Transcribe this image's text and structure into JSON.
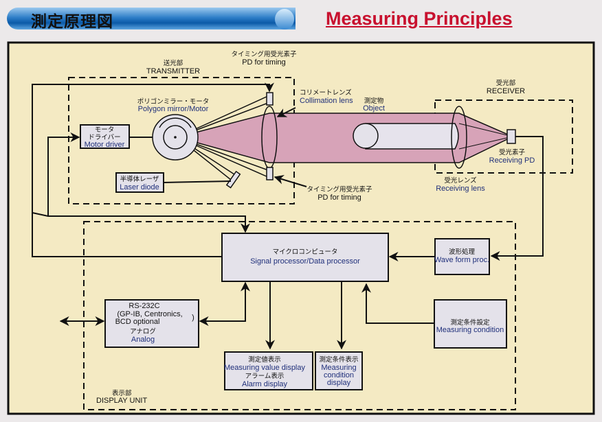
{
  "header": {
    "title_jp": "測定原理図",
    "title_en": "Measuring Principles"
  },
  "colors": {
    "beam": "#d7a3b8",
    "panel": "#f4eac3",
    "box": "#e4e2ea",
    "title_en": "#c8102e"
  },
  "transmitter": {
    "jp": "送光部",
    "en": "TRANSMITTER"
  },
  "receiver": {
    "jp": "受光部",
    "en": "RECEIVER"
  },
  "display_unit": {
    "jp": "表示部",
    "en": "DISPLAY UNIT"
  },
  "timing_pd_top": {
    "jp": "タイミング用受光素子",
    "en": "PD for timing"
  },
  "timing_pd_bottom": {
    "jp": "タイミング用受光素子",
    "en": "PD for timing"
  },
  "polygon_mirror": {
    "jp": "ポリゴンミラー・モータ",
    "en": "Polygon mirror/Motor"
  },
  "motor_driver": {
    "jp1": "モータ",
    "jp2": "ドライバー",
    "en": "Motor driver"
  },
  "laser_diode": {
    "jp": "半導体レーザ",
    "en": "Laser diode"
  },
  "collimation_lens": {
    "jp": "コリメートレンズ",
    "en": "Collimation lens"
  },
  "object": {
    "jp": "測定物",
    "en": "Object"
  },
  "receiving_pd": {
    "jp": "受光素子",
    "en": "Receiving PD"
  },
  "receiving_lens": {
    "jp": "受光レンズ",
    "en": "Receiving lens"
  },
  "signal_processor": {
    "jp": "マイクロコンピュータ",
    "en": "Signal processor/Data processor"
  },
  "wave_form": {
    "jp": "波形処理",
    "en": "Wave form proc."
  },
  "interface": {
    "l1": "RS-232C",
    "l2": "(GP-IB, Centronics,",
    "l3": "BCD optional",
    "l4": ")",
    "jp": "アナログ",
    "en": "Analog"
  },
  "measuring_condition": {
    "jp": "測定条件設定",
    "en": "Measuring condition"
  },
  "value_display": {
    "jp1": "測定値表示",
    "en1": "Measuring value display",
    "jp2": "アラーム表示",
    "en2": "Alarm display"
  },
  "condition_display": {
    "jp": "測定条件表示",
    "en1": "Measuring",
    "en2": "condition",
    "en3": "display"
  }
}
